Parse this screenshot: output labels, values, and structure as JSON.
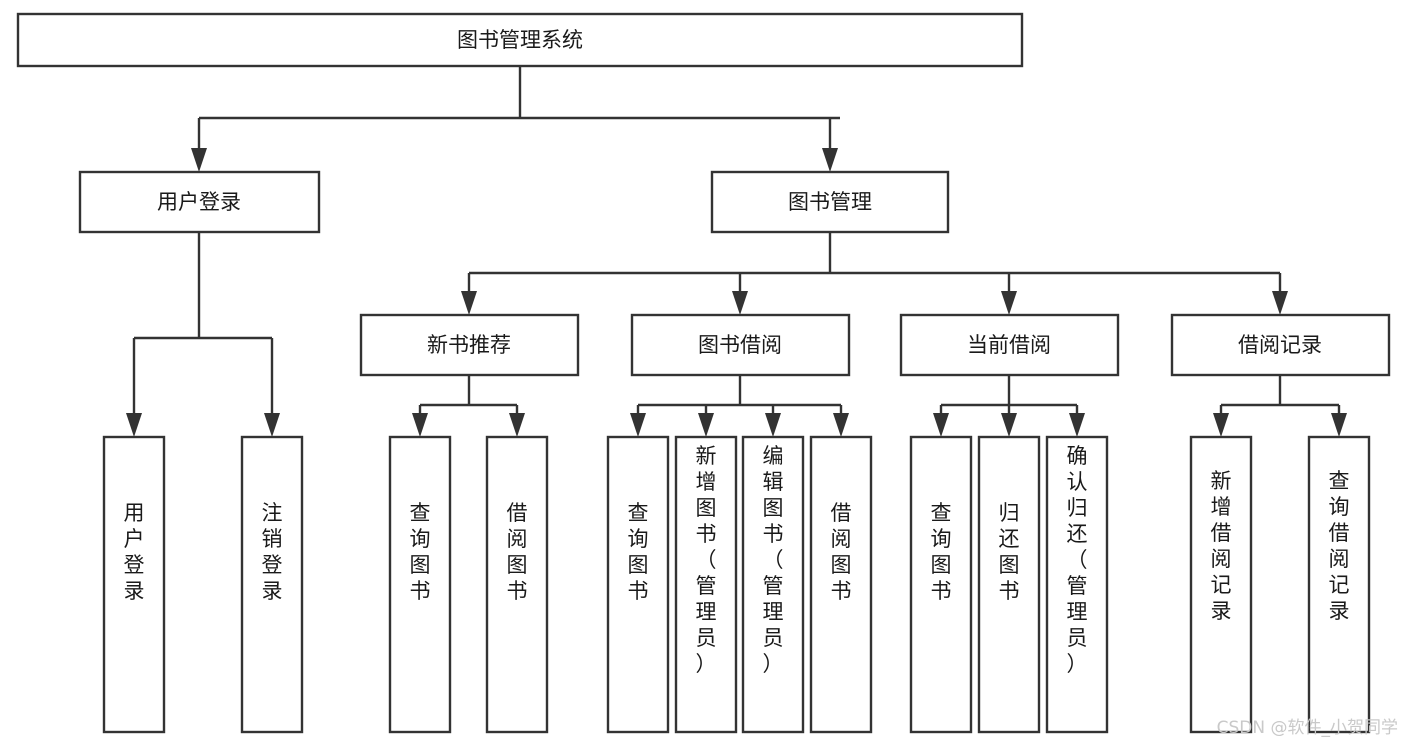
{
  "diagram": {
    "title": "图书管理系统",
    "type": "function-structure-tree",
    "orientation": "top-down",
    "colors": {
      "box_stroke": "#333333",
      "box_fill": "#ffffff",
      "text": "#1a1a1a",
      "connector": "#333333",
      "watermark": "#c9c9c9",
      "background": "#ffffff"
    },
    "root": {
      "label": "图书管理系统",
      "orientation": "horizontal"
    },
    "level2": [
      {
        "label": "用户登录",
        "orientation": "horizontal"
      },
      {
        "label": "图书管理",
        "orientation": "horizontal"
      }
    ],
    "level3": [
      {
        "label": "新书推荐",
        "orientation": "horizontal",
        "parent": "图书管理"
      },
      {
        "label": "图书借阅",
        "orientation": "horizontal",
        "parent": "图书管理"
      },
      {
        "label": "当前借阅",
        "orientation": "horizontal",
        "parent": "图书管理"
      },
      {
        "label": "借阅记录",
        "orientation": "horizontal",
        "parent": "图书管理"
      }
    ],
    "leaves": [
      {
        "label": "用户登录",
        "orientation": "vertical",
        "parent": "用户登录"
      },
      {
        "label": "注销登录",
        "orientation": "vertical",
        "parent": "用户登录"
      },
      {
        "label": "查询图书",
        "orientation": "vertical",
        "parent": "新书推荐"
      },
      {
        "label": "借阅图书",
        "orientation": "vertical",
        "parent": "新书推荐"
      },
      {
        "label": "查询图书",
        "orientation": "vertical",
        "parent": "图书借阅"
      },
      {
        "label": "新增图书（管理员）",
        "orientation": "vertical",
        "parent": "图书借阅"
      },
      {
        "label": "编辑图书（管理员）",
        "orientation": "vertical",
        "parent": "图书借阅"
      },
      {
        "label": "借阅图书",
        "orientation": "vertical",
        "parent": "图书借阅"
      },
      {
        "label": "查询图书",
        "orientation": "vertical",
        "parent": "当前借阅"
      },
      {
        "label": "归还图书",
        "orientation": "vertical",
        "parent": "当前借阅"
      },
      {
        "label": "确认归还（管理员）",
        "orientation": "vertical",
        "parent": "当前借阅"
      },
      {
        "label": "新增借阅记录",
        "orientation": "vertical",
        "parent": "借阅记录"
      },
      {
        "label": "查询借阅记录",
        "orientation": "vertical",
        "parent": "借阅记录"
      }
    ],
    "watermark": "CSDN @软件_小贺同学"
  }
}
